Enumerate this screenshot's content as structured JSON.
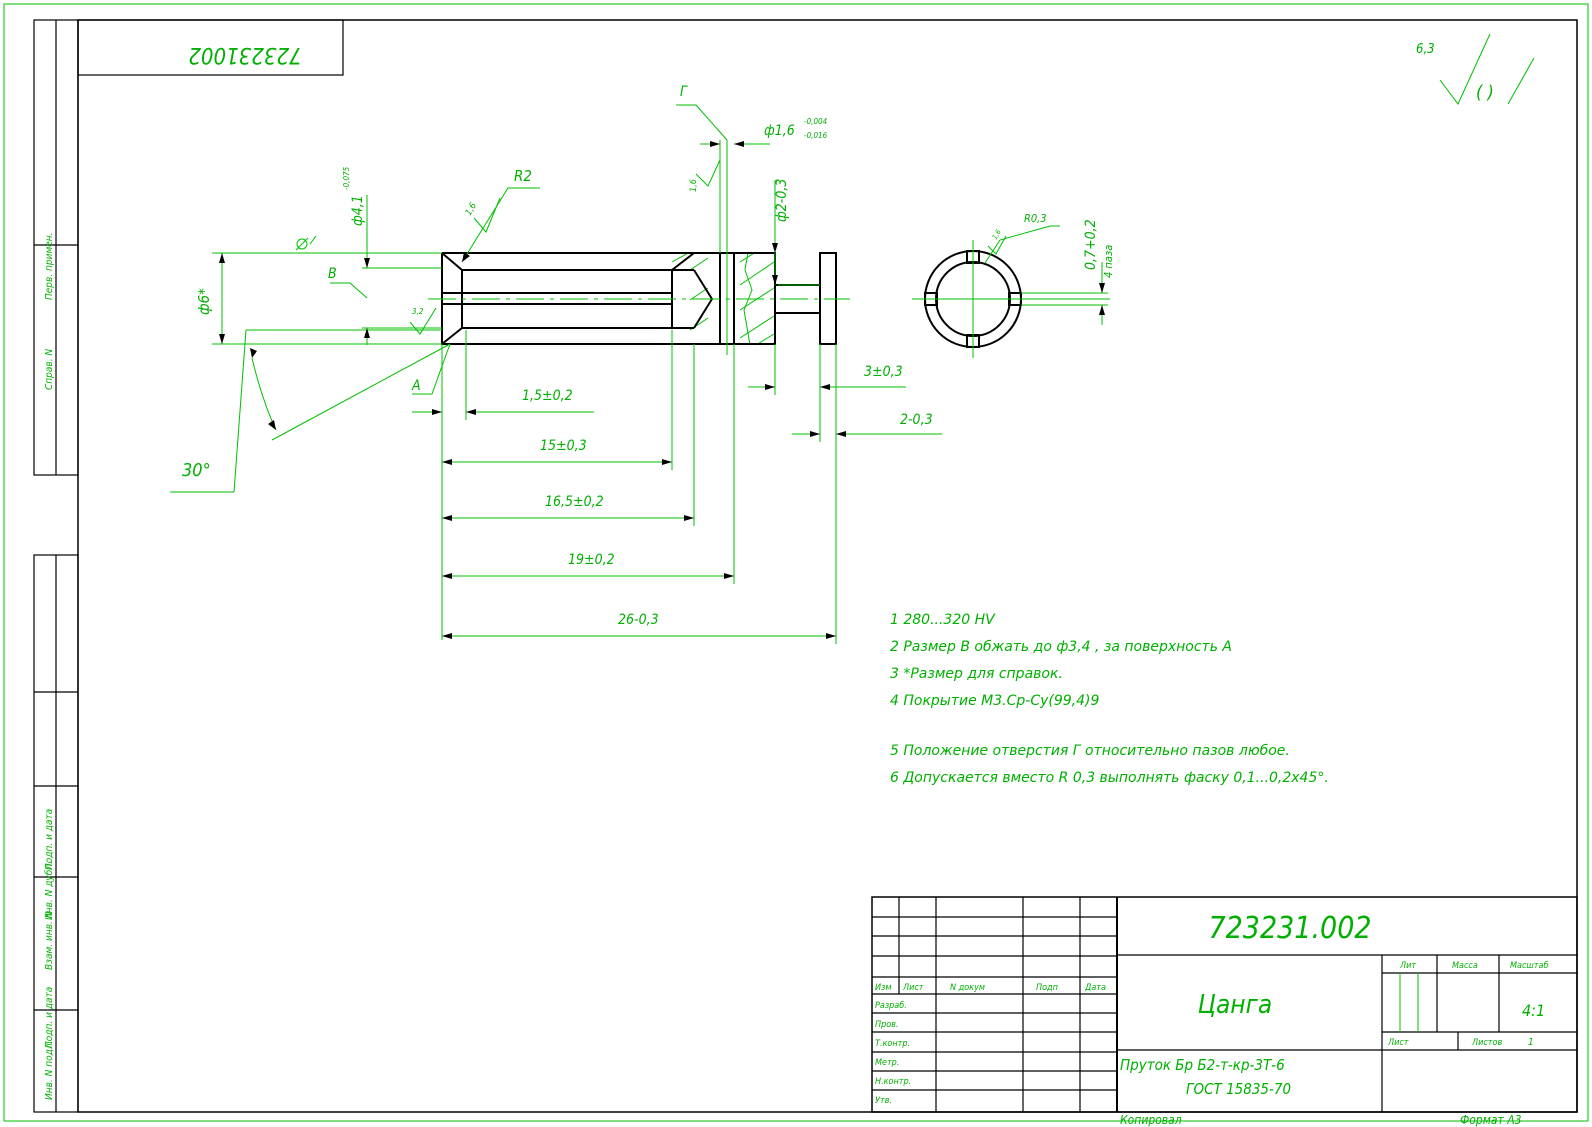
{
  "drawing_number": "723231.002",
  "drawing_number_rotated": "723231002",
  "part_name": "Цанга",
  "material_line1": "Пруток Бр Б2-т-кр-3Т-6",
  "material_line2": "ГОСТ 15835-70",
  "scale": "4:1",
  "sheet_number": "1",
  "footer": {
    "copied": "Копировал",
    "format": "Формат А3"
  },
  "title_block": {
    "col_lit": "Лит",
    "col_mass": "Масса",
    "col_scale": "Масштаб",
    "col_sheet": "Лист",
    "col_sheets": "Листов",
    "izm": "Изм",
    "list": "Лист",
    "doc": "N докум",
    "sign": "Подп",
    "date": "Дата",
    "roles": [
      "Разраб.",
      "Пров.",
      "Т.контр.",
      "Метр.",
      "Н.контр.",
      "Утв."
    ]
  },
  "side_labels": [
    "Перв. примен.",
    "Справ. N",
    "Подп. и дата",
    "Инв. N дубл.",
    "Взам. инв. N",
    "Подп. и дата",
    "Инв. N подл."
  ],
  "roughness": {
    "value": "6,3",
    "bracket": "(  )"
  },
  "dimensions": {
    "d6": "ф6*",
    "d41": "ф4,1",
    "d41_tol": "-0,075",
    "r2": "R2",
    "d16": "ф1,6",
    "d16_tol_upper": "-0,004",
    "d16_tol_lower": "-0,016",
    "d2": "ф2-0,3",
    "rough16_left": "1,6",
    "rough16_right": "1,6",
    "rough32": "3,2",
    "angle": "30°",
    "label_b": "В",
    "label_a": "А",
    "label_g": "Г",
    "l15": "1,5±0,2",
    "l15b": "15±0,3",
    "l165": "16,5±0,2",
    "l19": "19±0,2",
    "l26": "26-0,3",
    "l3": "3±0,3",
    "l2": "2-0,3",
    "r03": "R0,3",
    "slot_w": "0,7+0,2",
    "slot_n": "4 паза",
    "rough_small": "1,6"
  },
  "notes": [
    "1 280...320 HV",
    "2 Размер В обжать до ф3,4 , за поверхность А",
    "3 *Размер для справок.",
    "4 Покрытие М3.Ср-Су(99,4)9",
    "5 Положение отверстия Г относительно пазов любое.",
    "6 Допускается вместо R 0,3 выполнять фаску 0,1...0,2х45°."
  ]
}
